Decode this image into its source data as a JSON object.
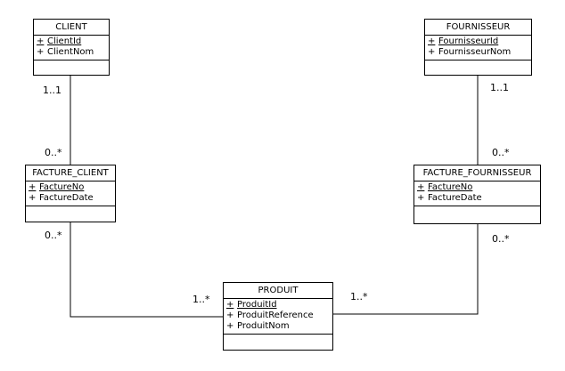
{
  "entities": {
    "client": {
      "name": "CLIENT",
      "attributes": [
        {
          "visibility": "+",
          "name": "ClientId",
          "key": true
        },
        {
          "visibility": "+",
          "name": "ClientNom",
          "key": false
        }
      ]
    },
    "fournisseur": {
      "name": "FOURNISSEUR",
      "attributes": [
        {
          "visibility": "+",
          "name": "FournisseurId",
          "key": true
        },
        {
          "visibility": "+",
          "name": "FournisseurNom",
          "key": false
        }
      ]
    },
    "facture_client": {
      "name": "FACTURE_CLIENT",
      "attributes": [
        {
          "visibility": "+",
          "name": "FactureNo",
          "key": true
        },
        {
          "visibility": "+",
          "name": "FactureDate",
          "key": false
        }
      ]
    },
    "facture_fournisseur": {
      "name": "FACTURE_FOURNISSEUR",
      "attributes": [
        {
          "visibility": "+",
          "name": "FactureNo",
          "key": true
        },
        {
          "visibility": "+",
          "name": "FactureDate",
          "key": false
        }
      ]
    },
    "produit": {
      "name": "PRODUIT",
      "attributes": [
        {
          "visibility": "+",
          "name": "ProduitId",
          "key": true
        },
        {
          "visibility": "+",
          "name": "ProduitReference",
          "key": false
        },
        {
          "visibility": "+",
          "name": "ProduitNom",
          "key": false
        }
      ]
    }
  },
  "associations": {
    "client_facture": {
      "source_mult": "1..1",
      "target_mult": "0..*"
    },
    "fournisseur_facture": {
      "source_mult": "1..1",
      "target_mult": "0..*"
    },
    "facture_client_produit": {
      "source_mult": "0..*",
      "target_mult": "1..*"
    },
    "facture_fournisseur_produit": {
      "source_mult": "0..*",
      "target_mult": "1..*"
    }
  }
}
